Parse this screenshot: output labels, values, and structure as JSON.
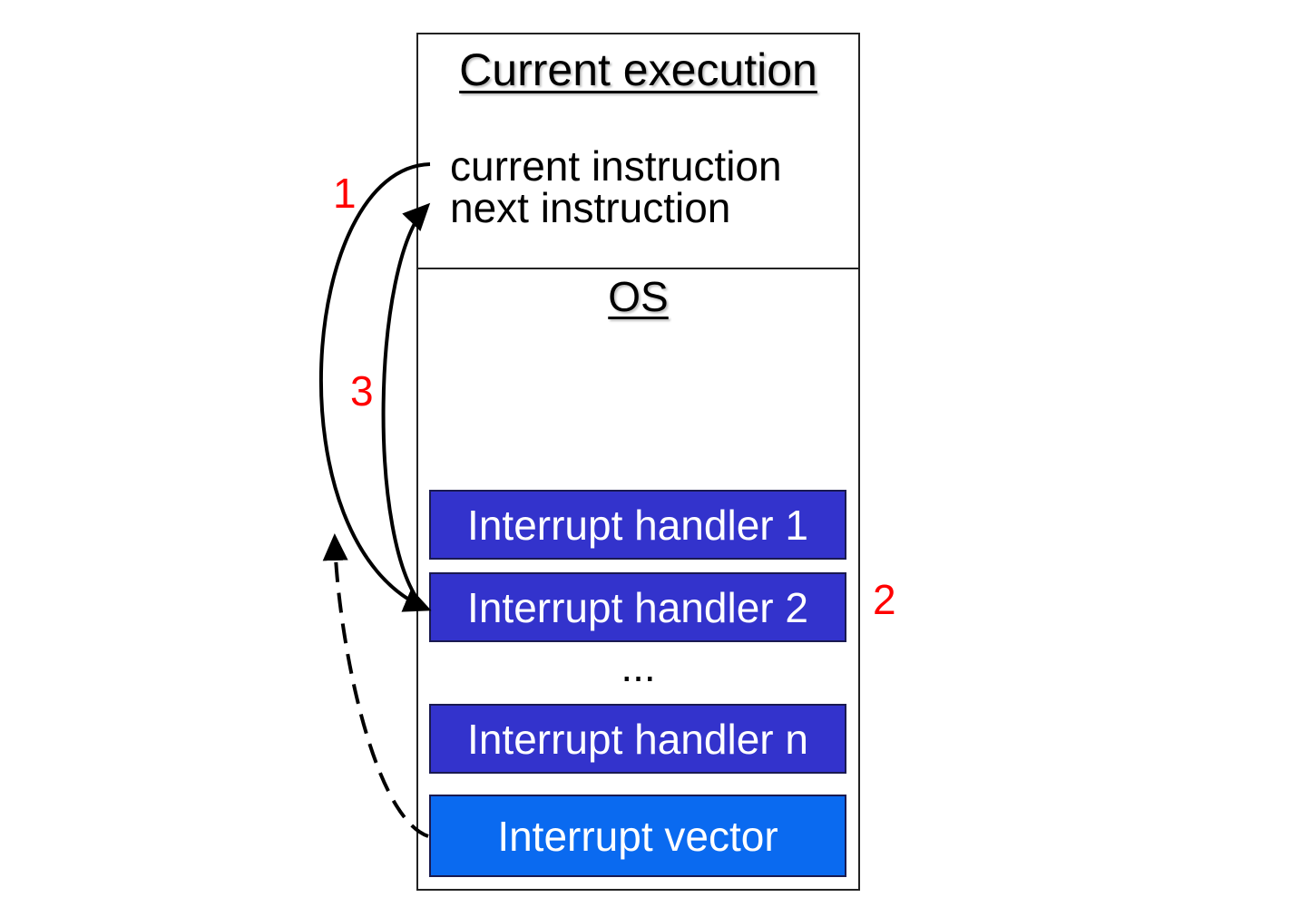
{
  "memory": {
    "current_execution_title": "Current execution",
    "current_instruction": "current instruction",
    "next_instruction": "next instruction",
    "os_title": "OS",
    "handlers": [
      "Interrupt handler 1",
      "Interrupt handler 2",
      "Interrupt handler n"
    ],
    "ellipsis": "...",
    "interrupt_vector": "Interrupt vector"
  },
  "steps": {
    "step1": "1",
    "step2": "2",
    "step3": "3"
  },
  "colors": {
    "handler_fill": "#3333cc",
    "vector_fill": "#0a6af0",
    "step_label": "#ff0000",
    "arrow": "#000000"
  }
}
